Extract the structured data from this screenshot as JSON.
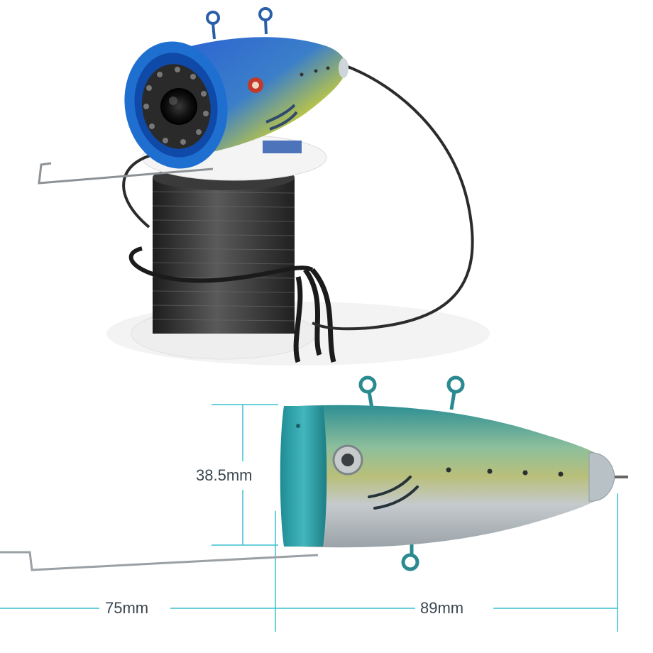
{
  "product": {
    "body_color": "#8fb3b0",
    "ring_color": "#2a9aa3",
    "top_ring_color": "#1f6fd1",
    "cable_color": "#2b2b2b"
  },
  "dimensions": {
    "height_label": "38.5mm",
    "bracket_length_label": "75mm",
    "body_length_label": "89mm",
    "line_color": "#39c0d0"
  }
}
